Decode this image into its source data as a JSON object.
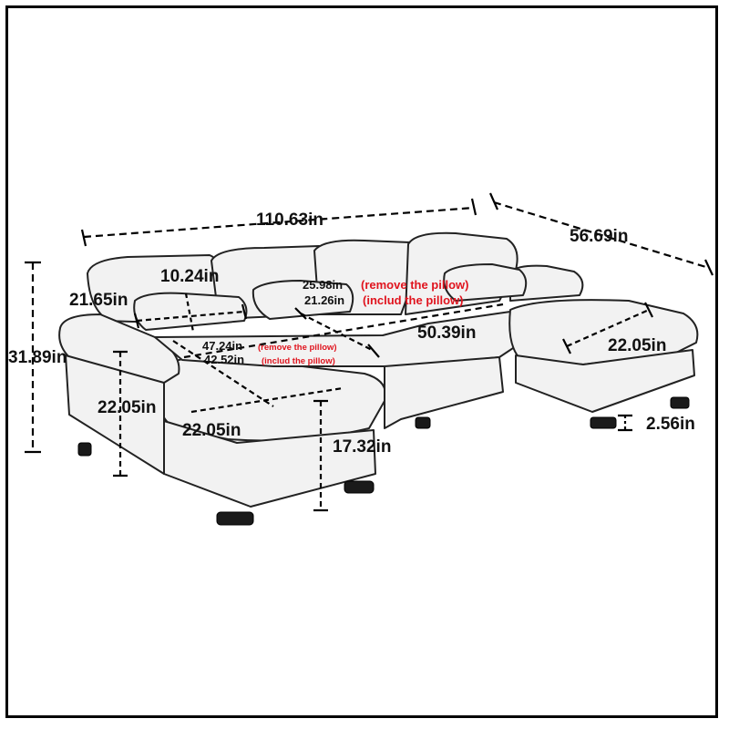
{
  "dimensions": {
    "overall_length": "110.63in",
    "overall_depth": "56.69in",
    "overall_height": "31.89in",
    "back_cushion_thickness": "10.24in",
    "back_height": "21.65in",
    "seat_depth_pillow_removed": "25.98in",
    "seat_depth_pillow_included": "21.26in",
    "chaise_depth_pillow_removed": "47.24in",
    "chaise_depth_pillow_included": "42.52in",
    "middle_length": "50.39in",
    "right_chaise_width": "22.05in",
    "left_chaise_width": "22.05in",
    "seat_height_side": "22.05in",
    "seat_height_front": "17.32in",
    "leg_height": "2.56in"
  },
  "notes": {
    "remove_pillow_upper": "(remove the pillow)",
    "include_pillow_upper": "(includ the pillow)",
    "remove_pillow_lower": "(remove the pillow)",
    "include_pillow_lower": "(includ the pillow)"
  },
  "colors": {
    "note": "#e0141e",
    "line": "#000000"
  }
}
